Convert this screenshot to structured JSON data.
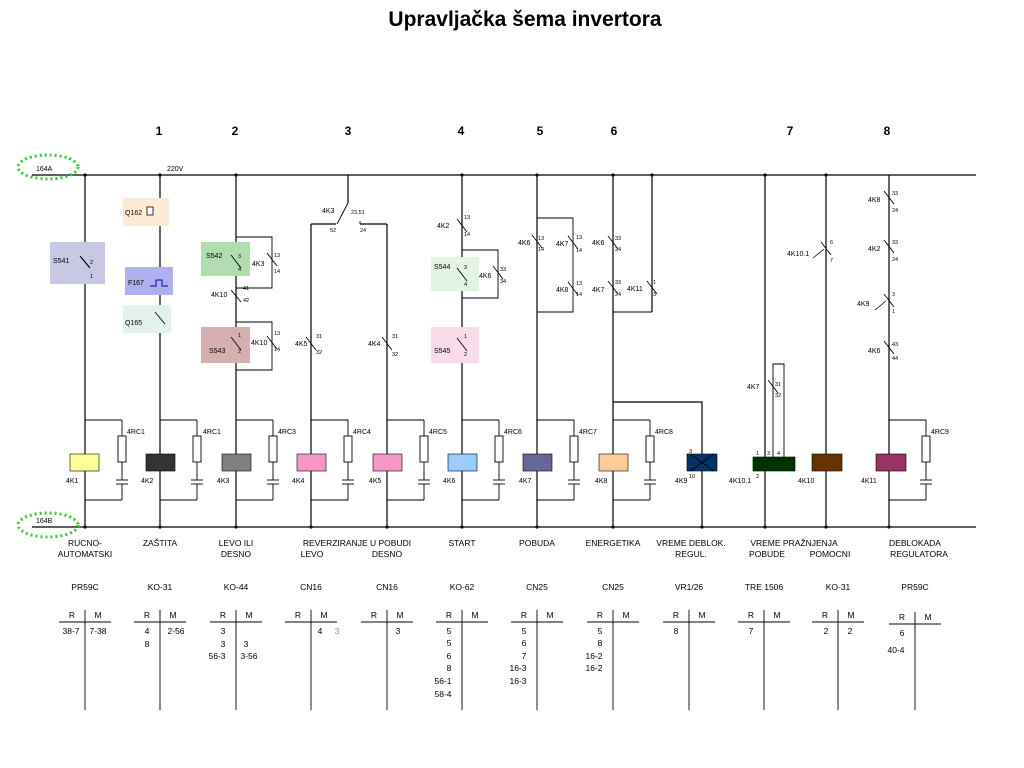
{
  "title": "Upravljačka šema invertora",
  "column_numbers": [
    "1",
    "2",
    "3",
    "4",
    "5",
    "6",
    "7",
    "8"
  ],
  "bus_labels": {
    "top": "164A",
    "bottom": "164B",
    "voltage": "220V"
  },
  "components": {
    "S541": "S541",
    "S541_pins": [
      "2",
      "1"
    ],
    "Q162": "Q162",
    "F167": "F167",
    "Q165": "Q165",
    "S542": "S542",
    "S543": "S543",
    "S544": "S544",
    "S545": "S545",
    "c2_4K3": "4K3",
    "c2_4K10": "4K10",
    "c2_4K10b": "4K10",
    "c3_4K3": "4K3",
    "c3_4K5": "4K5",
    "c3_4K4": "4K4",
    "c4_4K2": "4K2",
    "c4_4K6": "4K6",
    "c5_4K6": "4K6",
    "c5_4K7": "4K7",
    "c5_4K8": "4K8",
    "c6_4K6": "4K6",
    "c6_4K7": "4K7",
    "c6_4K11": "4K11",
    "c7_4K10_1": "4K10.1",
    "c7_4K7": "4K7",
    "c8_4K8": "4K8",
    "c8_4K2": "4K2",
    "c8_4K9": "4K9",
    "c8_4K6": "4K6",
    "rc": [
      "4RC1",
      "4RC1",
      "4RC3",
      "4RC4",
      "4RC5",
      "4RC6",
      "4RC7",
      "4RC8",
      "4RC9"
    ],
    "coils": [
      "4K1",
      "4K2",
      "4K3",
      "4K4",
      "4K5",
      "4K6",
      "4K7",
      "4K8",
      "4K9",
      "4K10.1",
      "4K10",
      "4K11"
    ],
    "pin_numbers": [
      "13",
      "14",
      "3",
      "4",
      "41",
      "42",
      "1",
      "2",
      "31",
      "32",
      "23,51",
      "52",
      "24",
      "33",
      "34",
      "43",
      "44",
      "6",
      "7"
    ]
  },
  "colors": {
    "4K1": "#ffff99",
    "4K2": "#333333",
    "4K3": "#808080",
    "4K4": "#f598c8",
    "4K5": "#f598c8",
    "4K6": "#99ccff",
    "4K7": "#666699",
    "4K8": "#ffcc99",
    "4K9": "#003366",
    "4K10.1": "#003300",
    "4K10": "#663300",
    "4K11": "#993366",
    "S541_bg": "#c8c8e4",
    "Q162_bg": "#fdebd8",
    "F167_bg": "#b0b0f0",
    "Q165_bg": "#e4f2ee",
    "S542_bg": "#b0dcb0",
    "S543_bg": "#d6b0b0",
    "S544_bg": "#e4f4e4",
    "S545_bg": "#f9dcea",
    "bus_marker": "#33cc33"
  },
  "descriptions": [
    {
      "line1": "RUCNO-",
      "line2": "AUTOMATSKI"
    },
    {
      "line1": "ZAŠTITA",
      "line2": ""
    },
    {
      "line1": "LEVO ILI",
      "line2": "DESNO"
    },
    {
      "line1": "REVERZIRANJE U POBUDI",
      "line2": ""
    },
    {
      "line1": "LEVO",
      "line2": "DESNO"
    },
    {
      "line1": "START",
      "line2": ""
    },
    {
      "line1": "POBUDA",
      "line2": ""
    },
    {
      "line1": "ENERGETIKA",
      "line2": ""
    },
    {
      "line1": "VREME DEBLOK.",
      "line2": "REGUL."
    },
    {
      "line1": "VREME PRAŽNJENJA",
      "line2": ""
    },
    {
      "line1": "POBUDE",
      "line2": "POMOCNI"
    },
    {
      "line1": "DEBLOKADA",
      "line2": "REGULATORA"
    }
  ],
  "models": [
    "PR59C",
    "KO-31",
    "KO-44",
    "CN16",
    "CN16",
    "KO-62",
    "CN25",
    "CN25",
    "VR1/26",
    "TRE 1506",
    "KO-31",
    "PR59C"
  ],
  "contact_tables": {
    "header": [
      "R",
      "M"
    ],
    "rows": [
      {
        "R": [
          "38-7"
        ],
        "M": [
          "7-38"
        ]
      },
      {
        "R": [
          "4",
          "8"
        ],
        "M": [
          "2-56"
        ]
      },
      {
        "R": [
          "3",
          "3",
          "56-3"
        ],
        "M": [
          "",
          "3",
          "3-56"
        ]
      },
      {
        "R": [
          ""
        ],
        "M": [
          "4",
          "3"
        ]
      },
      {
        "R": [
          ""
        ],
        "M": [
          "3"
        ]
      },
      {
        "R": [
          "5",
          "5",
          "6",
          "8",
          "56-1",
          "58-4"
        ],
        "M": []
      },
      {
        "R": [
          "5",
          "6",
          "7",
          "16-3",
          "16-3"
        ],
        "M": []
      },
      {
        "R": [
          "5",
          "8",
          "16-2",
          "16-2"
        ],
        "M": []
      },
      {
        "R": [
          "8"
        ],
        "M": []
      },
      {
        "R": [
          "7"
        ],
        "M": []
      },
      {
        "R": [
          "2"
        ],
        "M": [
          "2"
        ]
      },
      {
        "R": [
          "6",
          "40-4"
        ],
        "M": []
      }
    ]
  }
}
